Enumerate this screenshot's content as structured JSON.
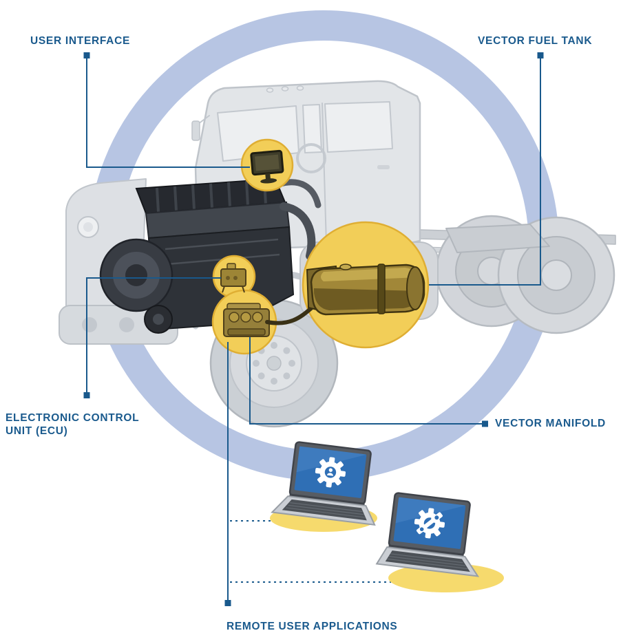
{
  "diagram": {
    "labels": {
      "user_interface": "USER INTERFACE",
      "vector_fuel_tank": "VECTOR FUEL TANK",
      "ecu_line1": "ELECTRONIC CONTROL",
      "ecu_line2": "UNIT (ECU)",
      "vector_manifold": "VECTOR MANIFOLD",
      "remote_user_applications": "REMOTE USER APPLICATIONS"
    },
    "colors": {
      "background": "#ffffff",
      "label_text": "#1a5a8d",
      "connector_line": "#19598c",
      "ring": "#b7c5e3",
      "highlight_fill": "#f2ce58",
      "highlight_stroke": "#dfae33",
      "truck_body_gray": "#e2e5e8",
      "engine_dark": "#2e3238",
      "component_gold": "#a18738",
      "laptop_screen_blue": "#2f6fb5",
      "laptop_shadow_yellow": "#f6da6d"
    },
    "icons": {
      "laptop_1_screen": "gear-user-icon",
      "laptop_2_screen": "gear-wrench-icon"
    }
  }
}
